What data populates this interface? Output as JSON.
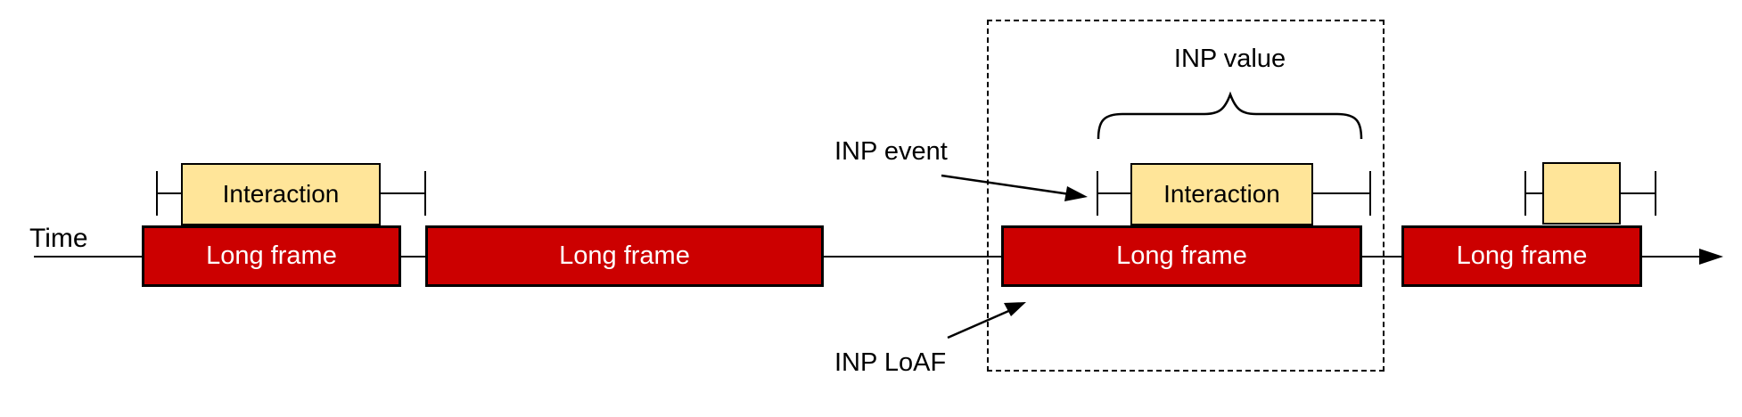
{
  "labels": {
    "time": "Time",
    "inp_value": "INP value",
    "inp_event": "INP event",
    "inp_loaf": "INP LoAF"
  },
  "frames": [
    {
      "label": "Long frame"
    },
    {
      "label": "Long frame"
    },
    {
      "label": "Long frame"
    },
    {
      "label": "Long frame"
    }
  ],
  "interactions": [
    {
      "label": "Interaction"
    },
    {
      "label": "Interaction"
    },
    {
      "label": ""
    }
  ],
  "colors": {
    "long_frame_fill": "#cc0000",
    "interaction_fill": "#ffe599",
    "line": "#000000",
    "long_frame_text": "#ffffff",
    "label_text": "#000000"
  }
}
